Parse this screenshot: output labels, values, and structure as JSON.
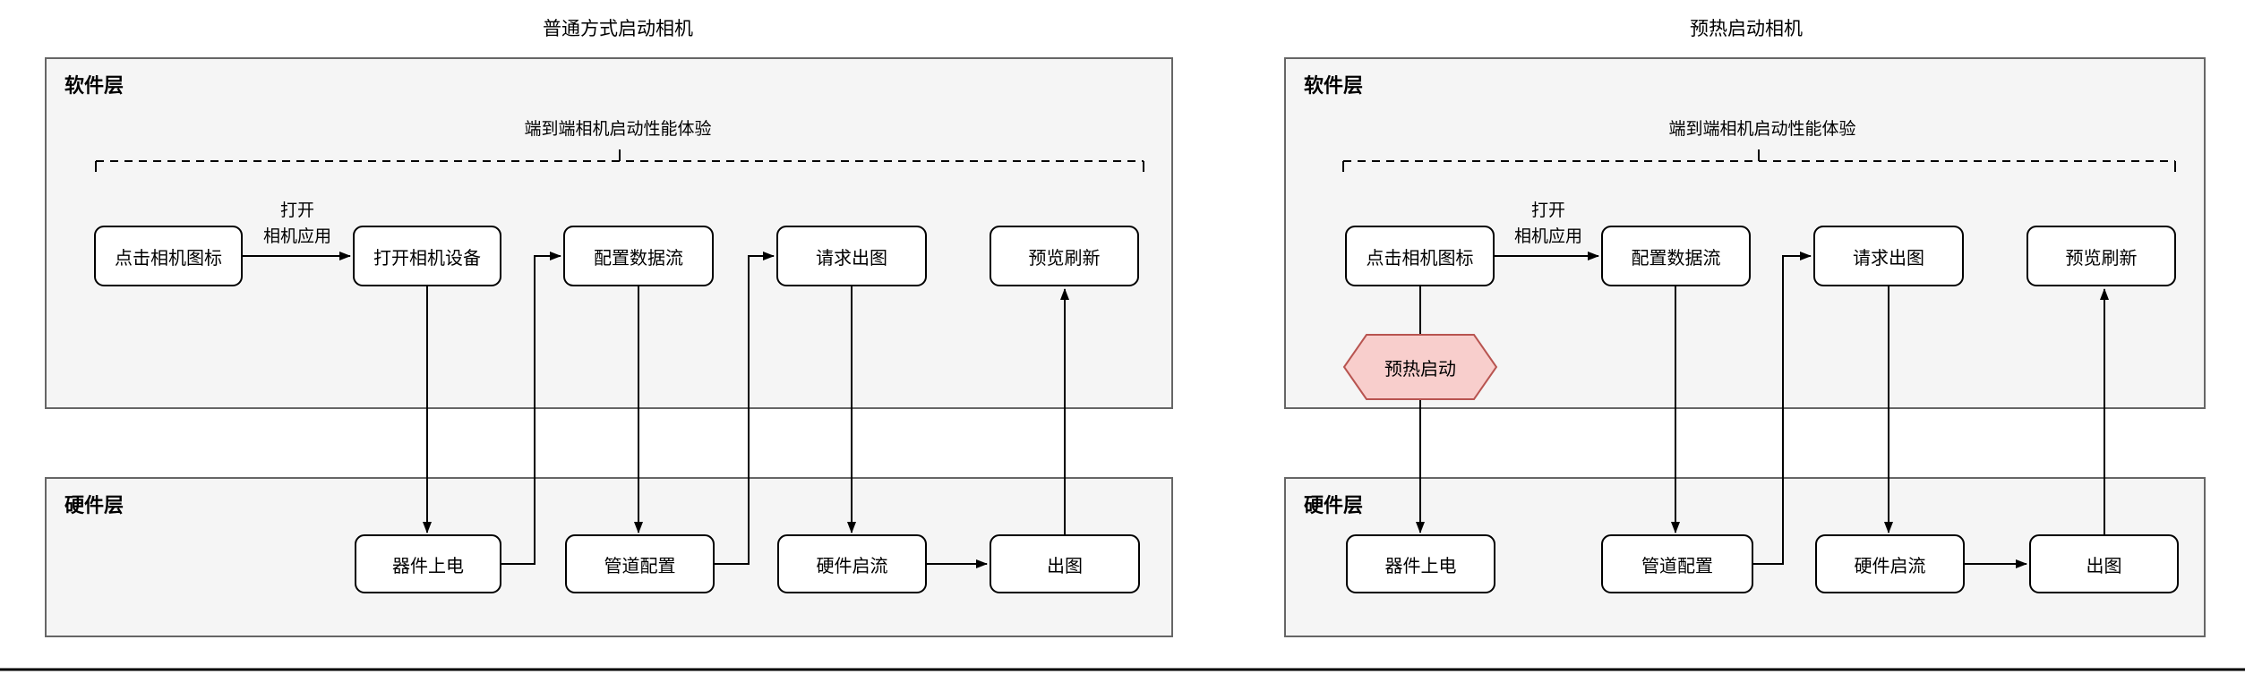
{
  "colors": {
    "page_background": "#ffffff",
    "layer_fill": "#f5f5f5",
    "layer_border": "#666666",
    "node_fill": "#ffffff",
    "node_border": "#000000",
    "connector": "#000000",
    "hexagon_fill": "#f8cecc",
    "hexagon_border": "#b85450",
    "bottom_rule": "#000000"
  },
  "diagrams": [
    {
      "title": "普通方式启动相机",
      "software_layer": {
        "label": "软件层"
      },
      "hardware_layer": {
        "label": "硬件层"
      },
      "bracket_label": "端到端相机启动性能体验",
      "edge_label_lines": [
        "打开",
        "相机应用"
      ],
      "software_nodes": [
        {
          "label": "点击相机图标"
        },
        {
          "label": "打开相机设备"
        },
        {
          "label": "配置数据流"
        },
        {
          "label": "请求出图"
        },
        {
          "label": "预览刷新"
        }
      ],
      "hardware_nodes": [
        {
          "label": "器件上电"
        },
        {
          "label": "管道配置"
        },
        {
          "label": "硬件启流"
        },
        {
          "label": "出图"
        }
      ]
    },
    {
      "title": "预热启动相机",
      "software_layer": {
        "label": "软件层"
      },
      "hardware_layer": {
        "label": "硬件层"
      },
      "bracket_label": "端到端相机启动性能体验",
      "edge_label_lines": [
        "打开",
        "相机应用"
      ],
      "hexagon": {
        "label": "预热启动"
      },
      "software_nodes": [
        {
          "label": "点击相机图标"
        },
        {
          "label": "配置数据流"
        },
        {
          "label": "请求出图"
        },
        {
          "label": "预览刷新"
        }
      ],
      "hardware_nodes": [
        {
          "label": "器件上电"
        },
        {
          "label": "管道配置"
        },
        {
          "label": "硬件启流"
        },
        {
          "label": "出图"
        }
      ]
    }
  ]
}
